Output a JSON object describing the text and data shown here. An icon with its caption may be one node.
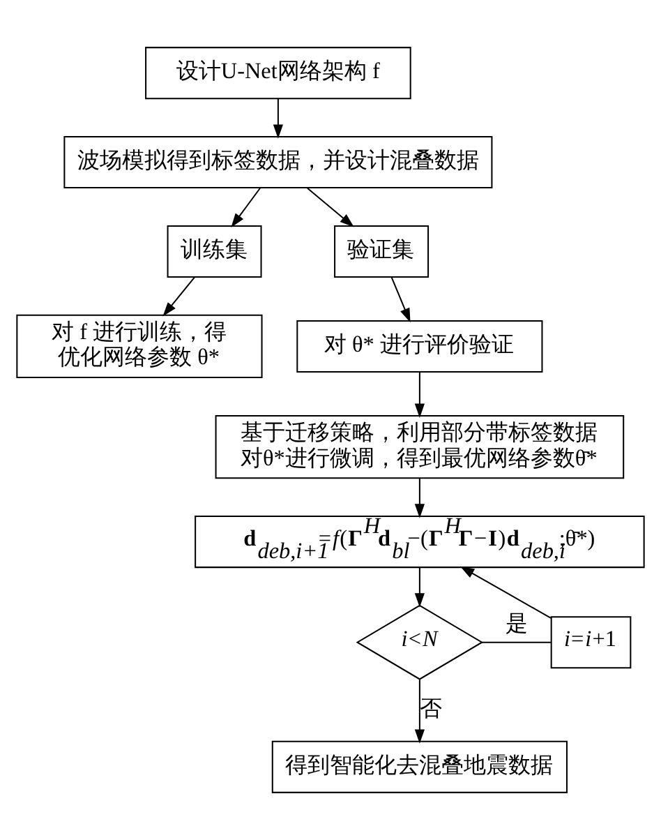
{
  "diagram": {
    "nodes": [
      {
        "text": [
          "设计U-Net网络架构 f"
        ]
      },
      {
        "text": [
          "波场模拟得到标签数据，并设计混叠数据"
        ]
      },
      {
        "text": [
          "训练集"
        ]
      },
      {
        "text": [
          "验证集"
        ]
      },
      {
        "text": [
          "对 f 进行训练，得优化网络参数 θ*"
        ]
      },
      {
        "text": [
          "对 θ* 进行评价验证"
        ]
      },
      {
        "text": [
          "基于迁移策略，利用部分带标签数据对θ*进行微调，得到最优网络参数θ̄*"
        ]
      },
      {
        "text": [
          "**d**$_{deb,i+1}$=*f*(**Γ**$^{H}$**d**$_{bl}$−(**Γ**$^{H}$**Γ**−**I**)**d**$_{deb,i}$;θ̄*)"
        ]
      },
      {
        "text": [
          "*i*<*N*"
        ]
      },
      {
        "text": [
          "*i*=*i*+1"
        ]
      },
      {
        "text": [
          "得到智能化去混叠地震数据"
        ]
      }
    ],
    "edges": [
      {
        "from": 0,
        "to": 1,
        "arrow": "to"
      },
      {
        "from": 1,
        "to": 2,
        "arrow": "to"
      },
      {
        "from": 1,
        "to": 3,
        "arrow": "to"
      },
      {
        "from": 2,
        "to": 4,
        "arrow": "to"
      },
      {
        "from": 3,
        "to": 5,
        "arrow": "to"
      },
      {
        "from": 5,
        "to": 6,
        "arrow": "to"
      },
      {
        "from": 6,
        "to": 7,
        "arrow": "to"
      },
      {
        "from": 7,
        "to": 8,
        "arrow": "to"
      },
      {
        "from": 8,
        "to": 9,
        "arrow": "none",
        "label": "是"
      },
      {
        "from": 9,
        "to": 7,
        "arrow": "to"
      },
      {
        "from": 8,
        "to": 10,
        "arrow": "to",
        "label": "否"
      }
    ]
  }
}
